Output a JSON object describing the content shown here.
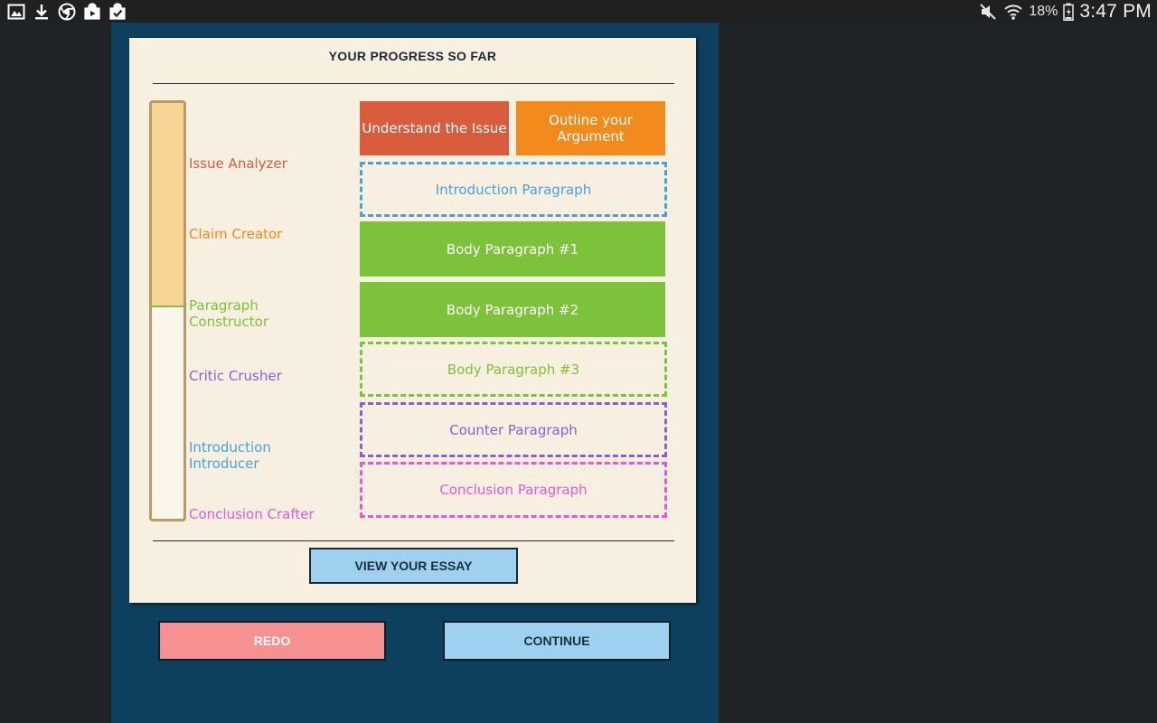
{
  "status_bar": {
    "battery_percent": "18%",
    "time": "3:47 PM",
    "left_icons": [
      "gallery-icon",
      "download-icon",
      "chrome-icon",
      "play-store-icon",
      "tasks-icon"
    ],
    "right_icons": [
      "mute-icon",
      "wifi-icon",
      "battery-icon"
    ]
  },
  "card": {
    "title": "YOUR PROGRESS SO FAR"
  },
  "progress_meter": {
    "filled_fraction": 0.49,
    "fill_color": "#f6d595",
    "border_color": "#b89a68",
    "marker_color": "#7cc23a"
  },
  "stages": [
    {
      "label": "Issue Analyzer",
      "color": "#d4603f"
    },
    {
      "label": "Claim Creator",
      "color": "#ef8a1f"
    },
    {
      "label": "Paragraph\nConstructor",
      "color": "#7cc23a"
    },
    {
      "label": "Critic Crusher",
      "color": "#8a5fd8"
    },
    {
      "label": "Introduction\nIntroducer",
      "color": "#46a2dc"
    },
    {
      "label": "Conclusion Crafter",
      "color": "#e55ad6"
    }
  ],
  "blocks": [
    {
      "label": "Understand the Issue",
      "style": "solid",
      "color": "#d95d3c",
      "completed": true
    },
    {
      "label": "Outline your Argument",
      "style": "solid",
      "color": "#f28b1c",
      "completed": true
    },
    {
      "label": "Introduction Paragraph",
      "style": "dashed",
      "color": "#46a2dc",
      "completed": false
    },
    {
      "label": "Body Paragraph #1",
      "style": "solid",
      "color": "#7cc23a",
      "completed": true
    },
    {
      "label": "Body Paragraph #2",
      "style": "solid",
      "color": "#7cc23a",
      "completed": true
    },
    {
      "label": "Body Paragraph #3",
      "style": "dashed",
      "color": "#7cc23a",
      "completed": false
    },
    {
      "label": "Counter Paragraph",
      "style": "dashed",
      "color": "#8a5fd8",
      "completed": false
    },
    {
      "label": "Conclusion Paragraph",
      "style": "dashed",
      "color": "#e55ad6",
      "completed": false
    }
  ],
  "buttons": {
    "view_essay": "VIEW YOUR ESSAY",
    "redo": "REDO",
    "continue": "CONTINUE"
  }
}
